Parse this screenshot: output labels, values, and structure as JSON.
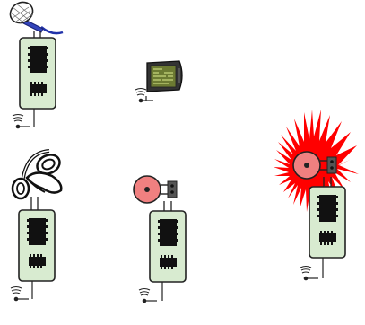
{
  "diagram": {
    "units": [
      {
        "id": "microphone-unit",
        "device": "microphone-icon",
        "has_board": true,
        "has_wireless": true
      },
      {
        "id": "pda-unit",
        "device": "handheld-pda-icon",
        "has_board": false,
        "has_wireless": true
      },
      {
        "id": "alarm-bell-ringing-unit",
        "device": "alarm-bell-icon",
        "state": "ringing",
        "has_board": true,
        "has_wireless": true
      },
      {
        "id": "headphones-unit",
        "device": "headphones-icon",
        "has_board": true,
        "has_wireless": true
      },
      {
        "id": "alarm-bell-unit",
        "device": "alarm-bell-icon",
        "state": "idle",
        "has_board": true,
        "has_wireless": true
      }
    ],
    "colors": {
      "board_fill": "#d8ebd0",
      "chip": "#111111",
      "bell_fill": "#f08080",
      "burst": "#ff0000",
      "mic_cable": "#2233aa",
      "pda_screen": "#6c7a32"
    }
  }
}
